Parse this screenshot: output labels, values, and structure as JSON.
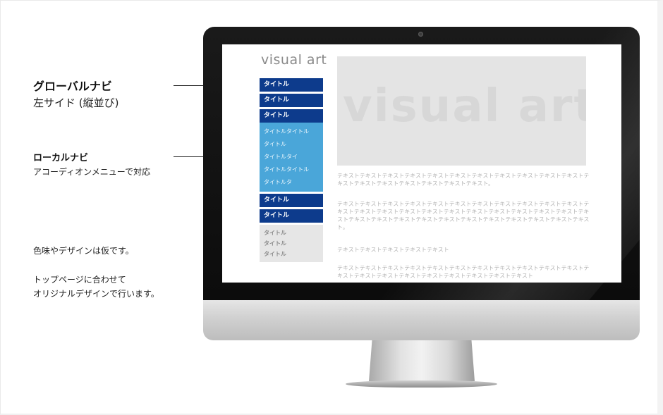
{
  "annotations": {
    "global_nav_title": "グローバルナビ",
    "global_nav_sub": "左サイド (縦並び)",
    "local_nav_title": "ローカルナビ",
    "local_nav_sub": "アコーディオンメニューで対応",
    "note_1": "色味やデザインは仮です。",
    "note_2": "トップページに合わせて",
    "note_3": "オリジナルデザインで行います。"
  },
  "screen": {
    "logo": "visual art",
    "hero_text": "visual art",
    "nav_top": [
      {
        "label": "タイトル"
      },
      {
        "label": "タイトル"
      },
      {
        "label": "タイトル"
      }
    ],
    "nav_sub": [
      {
        "label": "タイトルタイトル"
      },
      {
        "label": "タイトル"
      },
      {
        "label": "タイトルタイ"
      },
      {
        "label": "タイトルタイトル"
      },
      {
        "label": "タイトルタ"
      }
    ],
    "nav_bottom": [
      {
        "label": "タイトル"
      },
      {
        "label": "タイトル"
      }
    ],
    "nav_gray": [
      {
        "label": "タイトル"
      },
      {
        "label": "タイトル"
      },
      {
        "label": "タイトル"
      }
    ],
    "body": {
      "p1": "テキストテキストテキストテキストテキストテキストテキストテキストテキストテキストテキストテキストテキストテキストテキストテキストテキストテキスト。",
      "p2": "テキストテキストテキストテキストテキストテキストテキストテキストテキストテキストテキストテキストテキストテキストテキストテキストテキストテキストテキストテキストテキストテキストテキストテキストテキストテキストテキストテキストテキストテキストテキストテキストテキストテキスト。",
      "p3": "テキストテキストテキストテキストテキスト",
      "p4": "テキストテキストテキストテキストテキストテキストテキストテキストテキストテキストテキストテキストテキストテキストテキストテキストテキストテキストテキストテキスト"
    }
  },
  "colors": {
    "nav_dark": "#0d3b8c",
    "nav_sub": "#4aa6d9",
    "nav_gray": "#e6e6e6"
  }
}
